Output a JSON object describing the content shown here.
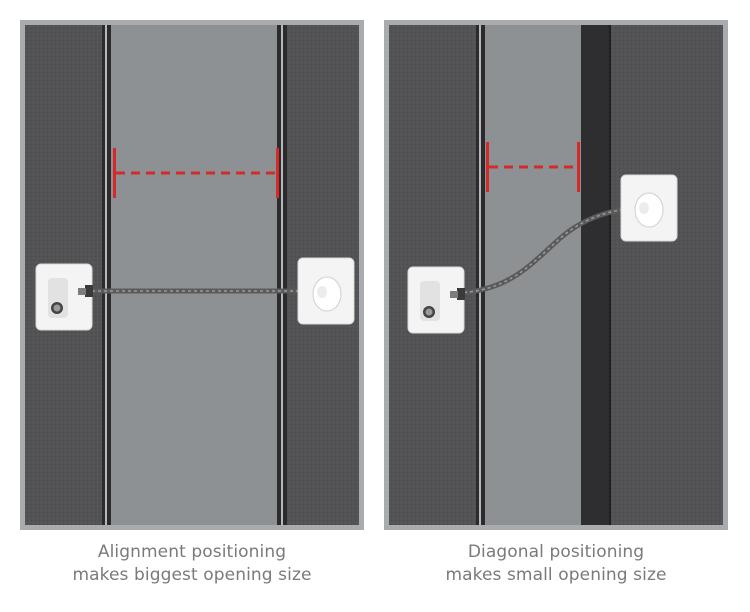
{
  "panels": [
    {
      "caption": {
        "line1": "Alignment positioning",
        "line2": "makes biggest opening size"
      }
    },
    {
      "caption": {
        "line1": "Diagonal positioning",
        "line2": "makes small opening size"
      }
    }
  ],
  "colors": {
    "panel_border": "#a9acaf",
    "window_frame": "#555558",
    "glass_gap": "#8e9194",
    "sash_edge": "#2b2b2d",
    "measure_line": "#d42a2a",
    "lock_body": "#f4f4f4",
    "cable": "#6d6d6d",
    "caption_text": "#7a7a7a"
  },
  "icons": [
    "lock-icon",
    "keyhole-icon",
    "cable-anchor-icon",
    "measurement-line-icon"
  ]
}
